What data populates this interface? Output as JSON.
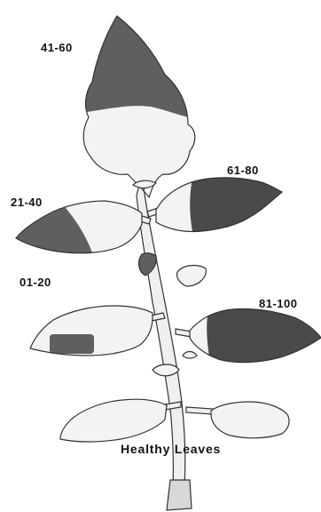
{
  "labels": {
    "severity_41_60": "41-60",
    "severity_61_80": "61-80",
    "severity_21_40": "21-40",
    "severity_01_20": "01-20",
    "severity_81_100": "81-100",
    "healthy": "Healthy Leaves"
  },
  "colors": {
    "healthy_tissue": "#f3f3f1",
    "diseased_tissue": "#5f5f5f",
    "outline": "#333333"
  }
}
